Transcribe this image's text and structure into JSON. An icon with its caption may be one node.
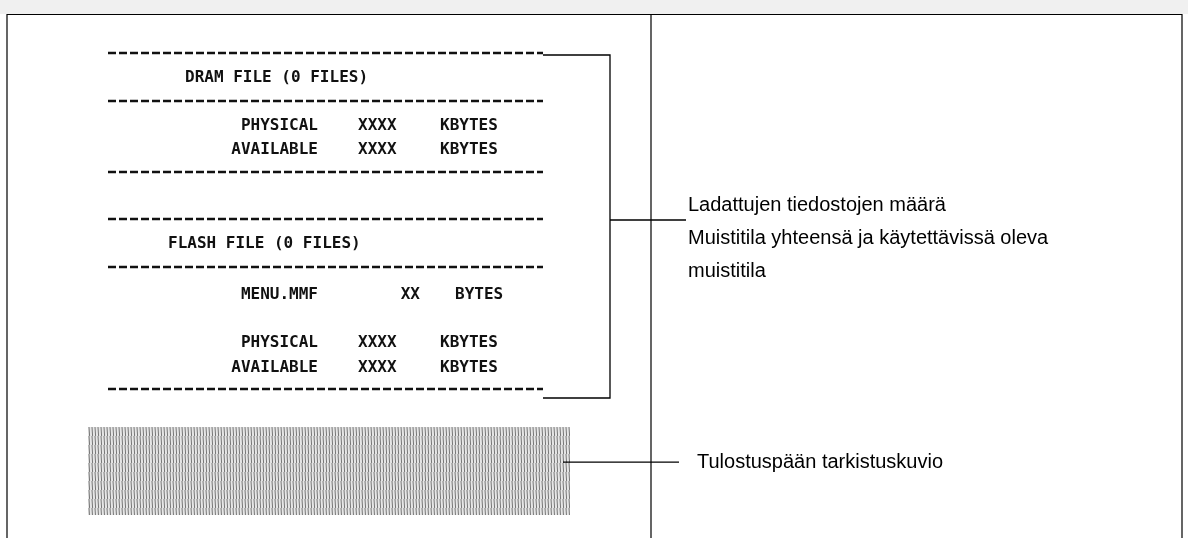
{
  "diagram": {
    "nodes": [
      {
        "text": [
          "Ladattujen tiedostojen määrä",
          "Muistitila yhteensä ja käytettävissä oleva muistitila"
        ]
      },
      {
        "text": [],
        "shape": "picture"
      },
      {
        "text": [
          "Tulostuspään tarkistuskuvio"
        ]
      }
    ],
    "edges": [
      {
        "from": 0,
        "to": null,
        "arrow": "none"
      },
      {
        "from": 2,
        "to": 1,
        "arrow": "none"
      }
    ],
    "labels": [
      "DRAM FILE (0 FILES)",
      "PHYSICAL",
      "XXXX",
      "KBYTES",
      "AVAILABLE",
      "XXXX",
      "KBYTES",
      "FLASH FILE (0 FILES)",
      "MENU.MMF",
      "XX",
      "BYTES",
      "PHYSICAL",
      "XXXX",
      "KBYTES",
      "AVAILABLE",
      "XXXX",
      "KBYTES"
    ]
  }
}
